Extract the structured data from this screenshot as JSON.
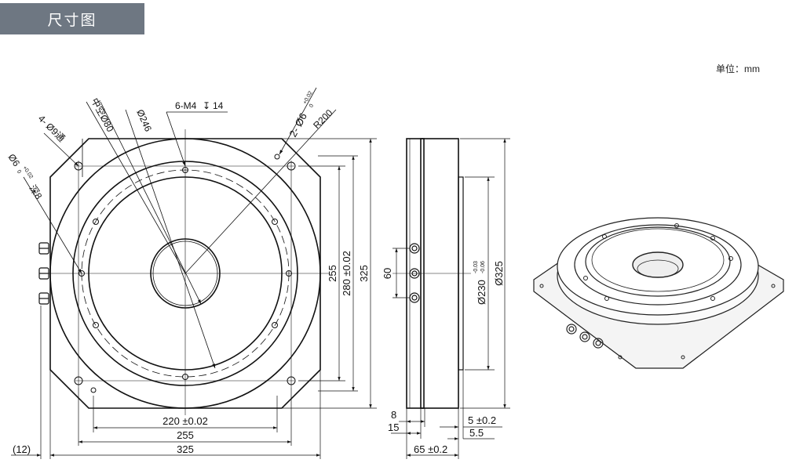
{
  "header": {
    "title": "尺寸图"
  },
  "unit_label": "单位：mm",
  "front_view": {
    "callouts": {
      "holes_6": "6-M4",
      "depth_6": "14",
      "dowel_2": "2- Ø6",
      "dowel_2_tol_upper": "+0.02",
      "dowel_2_tol_lower": "0",
      "radius": "R200",
      "center_hole": "中空Ø80",
      "pitch": "Ø246",
      "holes_4": "4- Ø9通",
      "dowel_1": "Ø6",
      "dowel_1_tol_upper": "+0.02",
      "dowel_1_tol_lower": "0",
      "dowel_1_depth": "深8"
    },
    "dims": {
      "v_255": "255",
      "v_280": "280 ±0.02",
      "v_325": "325",
      "h_220": "220 ±0.02",
      "h_255": "255",
      "h_325": "325",
      "h_12": "(12)"
    }
  },
  "side_view": {
    "dims": {
      "v_60": "60",
      "v_230": "Ø230",
      "v_230_tol_upper": "-0.03",
      "v_230_tol_lower": "-0.06",
      "v_325": "Ø325",
      "h_8": "8",
      "h_15": "15",
      "h_65": "65 ±0.2",
      "h_5": "5 ±0.2",
      "h_5_5": "5.5"
    }
  }
}
